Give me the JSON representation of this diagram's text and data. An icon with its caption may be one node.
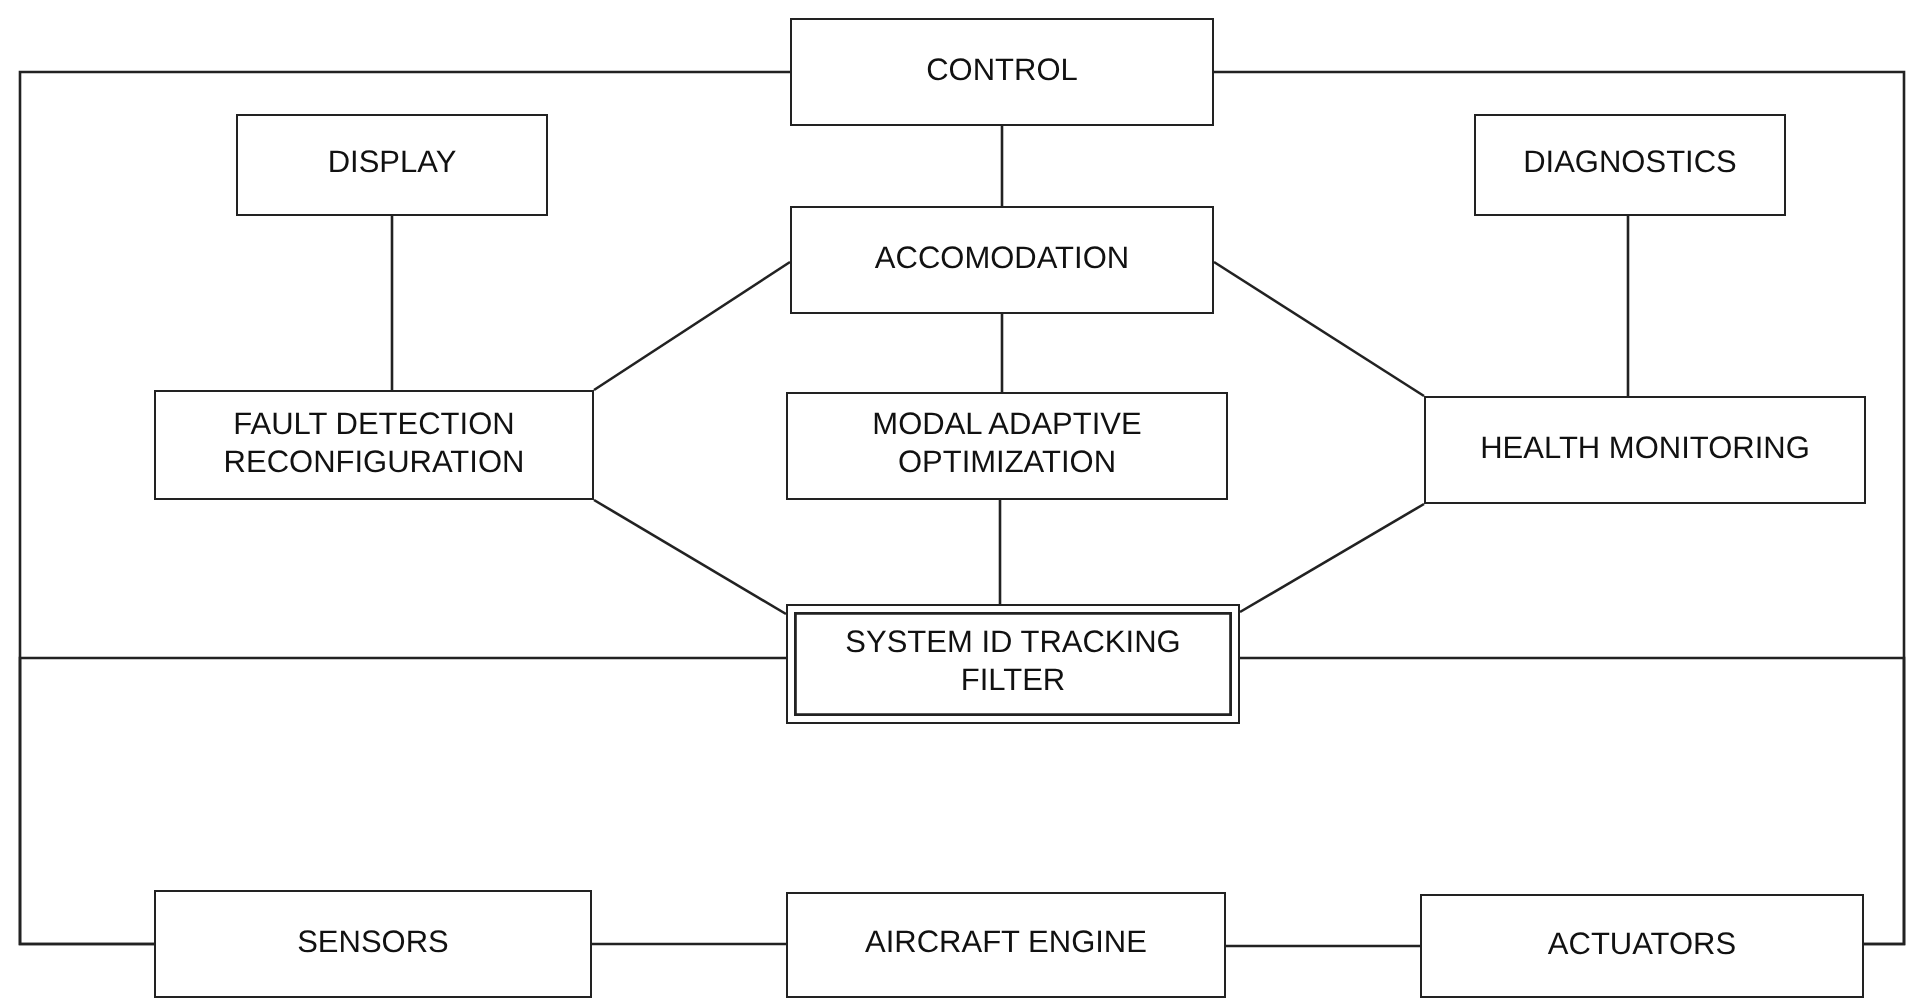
{
  "diagram": {
    "nodes": [
      {
        "text": [
          "CONTROL"
        ]
      },
      {
        "text": [
          "DISPLAY"
        ]
      },
      {
        "text": [
          "ACCOMODATION"
        ]
      },
      {
        "text": [
          "DIAGNOSTICS"
        ]
      },
      {
        "text": [
          "FAULT DETECTION RECONFIGURATION"
        ]
      },
      {
        "text": [
          "MODAL ADAPTIVE OPTIMIZATION"
        ]
      },
      {
        "text": [
          "HEALTH MONITORING"
        ]
      },
      {
        "text": [
          "SYSTEM ID TRACKING FILTER"
        ]
      },
      {
        "text": [
          "SENSORS"
        ]
      },
      {
        "text": [
          "AIRCRAFT ENGINE"
        ]
      },
      {
        "text": [
          "ACTUATORS"
        ]
      }
    ],
    "edges": [
      {
        "from": 0,
        "to": 2,
        "arrow": "none"
      },
      {
        "from": 0,
        "to": 8,
        "arrow": "none"
      },
      {
        "from": 0,
        "to": 10,
        "arrow": "none"
      },
      {
        "from": 1,
        "to": 4,
        "arrow": "none"
      },
      {
        "from": 2,
        "to": 4,
        "arrow": "none"
      },
      {
        "from": 2,
        "to": 5,
        "arrow": "none"
      },
      {
        "from": 2,
        "to": 6,
        "arrow": "none"
      },
      {
        "from": 3,
        "to": 6,
        "arrow": "none"
      },
      {
        "from": 4,
        "to": 7,
        "arrow": "none"
      },
      {
        "from": 5,
        "to": 7,
        "arrow": "none"
      },
      {
        "from": 6,
        "to": 7,
        "arrow": "none"
      },
      {
        "from": 7,
        "to": 8,
        "arrow": "none"
      },
      {
        "from": 7,
        "to": 10,
        "arrow": "none"
      },
      {
        "from": 8,
        "to": 9,
        "arrow": "none"
      },
      {
        "from": 9,
        "to": 10,
        "arrow": "none"
      }
    ]
  }
}
